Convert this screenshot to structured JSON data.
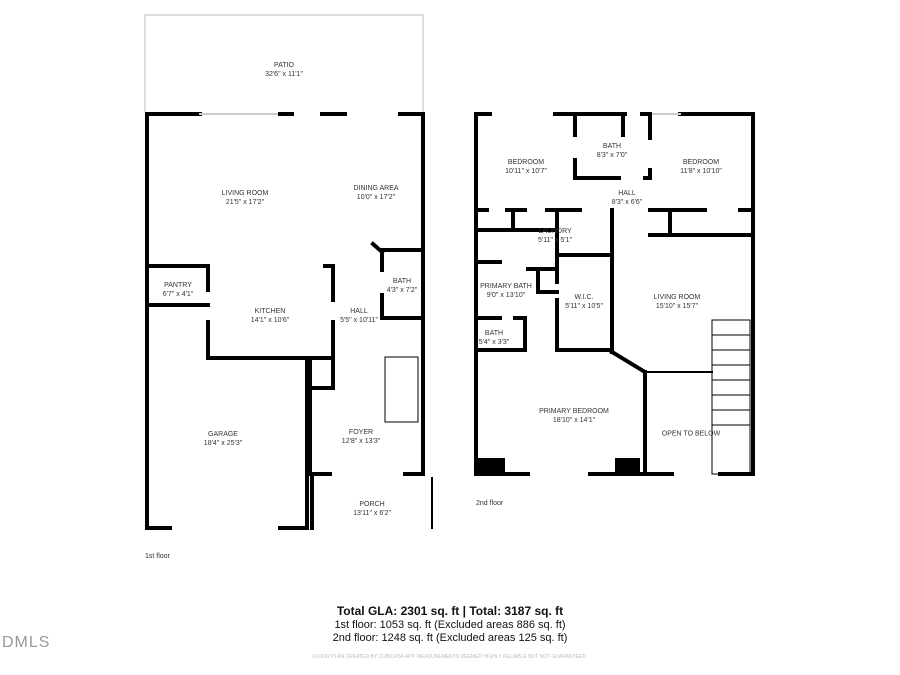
{
  "floors": [
    {
      "label": "1st floor",
      "rooms": [
        {
          "name": "PATIO",
          "dim": "32'6\" x 11'1\""
        },
        {
          "name": "LIVING ROOM",
          "dim": "21'5\" x 17'2\""
        },
        {
          "name": "DINING AREA",
          "dim": "10'0\" x 17'2\""
        },
        {
          "name": "PANTRY",
          "dim": "6'7\" x 4'1\""
        },
        {
          "name": "KITCHEN",
          "dim": "14'1\" x 10'6\""
        },
        {
          "name": "HALL",
          "dim": "5'5\" x 10'11\""
        },
        {
          "name": "BATH",
          "dim": "4'3\" x 7'2\""
        },
        {
          "name": "GARAGE",
          "dim": "18'4\" x 25'3\""
        },
        {
          "name": "FOYER",
          "dim": "12'8\" x 13'3\""
        },
        {
          "name": "PORCH",
          "dim": "13'11\" x 6'2\""
        }
      ]
    },
    {
      "label": "2nd floor",
      "rooms": [
        {
          "name": "BEDROOM",
          "dim": "10'11\" x 10'7\""
        },
        {
          "name": "BATH",
          "dim": "8'3\" x 7'0\""
        },
        {
          "name": "BEDROOM",
          "dim": "11'8\" x 10'10\""
        },
        {
          "name": "HALL",
          "dim": "8'3\" x 6'6\""
        },
        {
          "name": "LAUNDRY",
          "dim": "5'11\" x 5'1\""
        },
        {
          "name": "PRIMARY BATH",
          "dim": "9'0\" x 13'10\""
        },
        {
          "name": "W.I.C.",
          "dim": "5'11\" x 10'5\""
        },
        {
          "name": "LIVING ROOM",
          "dim": "15'10\" x 15'7\""
        },
        {
          "name": "BATH",
          "dim": "5'4\" x 3'3\""
        },
        {
          "name": "PRIMARY BEDROOM",
          "dim": "18'10\" x 14'1\""
        },
        {
          "name": "OPEN TO BELOW",
          "dim": ""
        }
      ]
    }
  ],
  "totals": {
    "gla": "Total GLA: 2301 sq. ft | Total: 3187 sq. ft",
    "first": "1st floor: 1053 sq. ft (Excluded areas 886 sq. ft)",
    "second": "2nd floor: 1248 sq. ft (Excluded areas 125 sq. ft)"
  },
  "disclaimer": "FLOOR PLAN CREATED BY CUBICASA APP. MEASUREMENTS DEEMED HIGHLY RELIABLE BUT NOT GUARANTEED.",
  "watermark": "DMLS",
  "colors": {
    "wall": "#000000",
    "text": "#333333"
  }
}
